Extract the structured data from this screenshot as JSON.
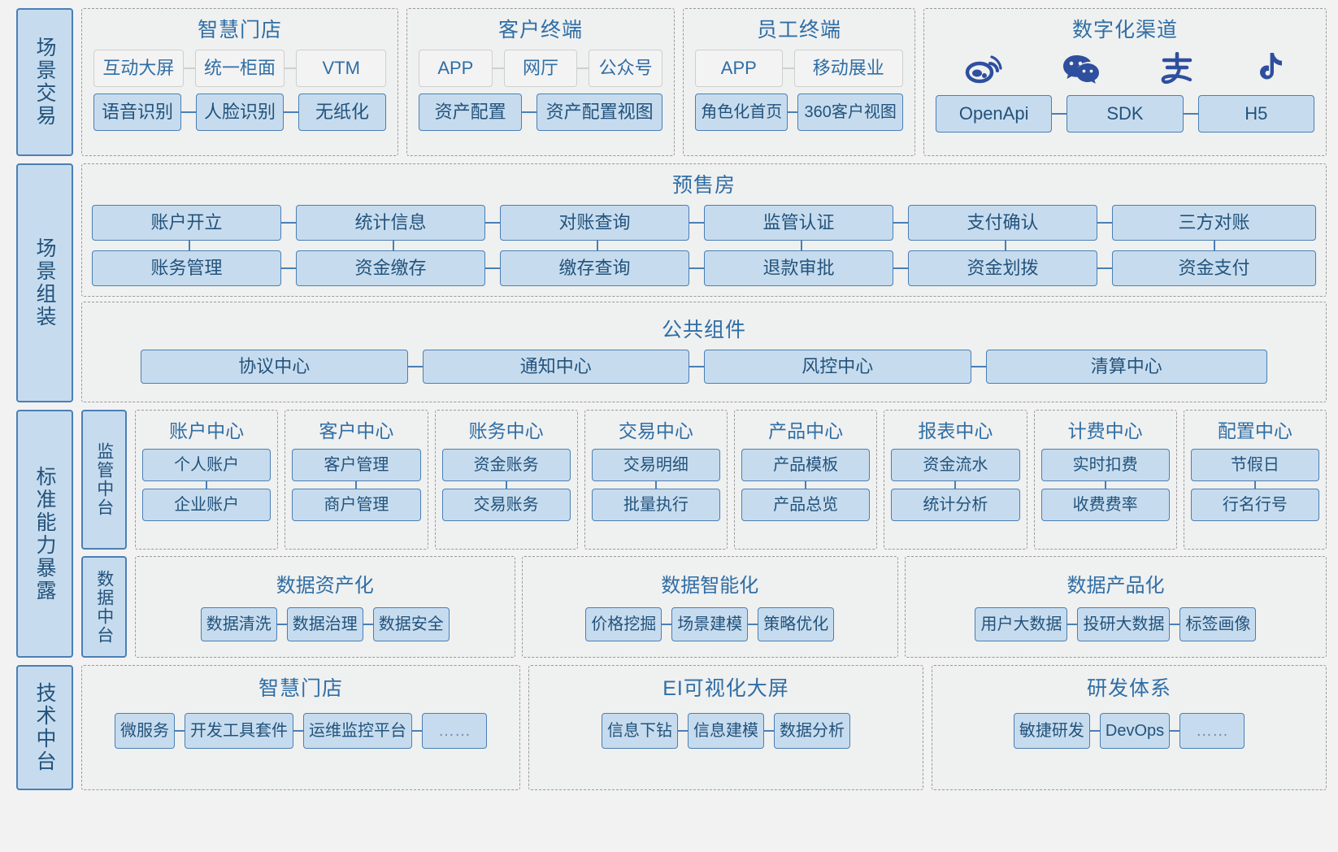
{
  "bands": [
    {
      "side_label": "场景交易",
      "groups": [
        {
          "title": "智慧门店",
          "top_nodes": [
            "互动大屏",
            "统一柜面",
            "VTM"
          ],
          "bottom_nodes": [
            "语音识别",
            "人脸识别",
            "无纸化"
          ]
        },
        {
          "title": "客户终端",
          "top_nodes": [
            "APP",
            "网厅",
            "公众号"
          ],
          "bottom_nodes": [
            "资产配置",
            "资产配置视图"
          ]
        },
        {
          "title": "员工终端",
          "top_nodes": [
            "APP",
            "移动展业"
          ],
          "bottom_nodes": [
            "角色化首页",
            "360客户视图"
          ]
        },
        {
          "title": "数字化渠道",
          "icons": [
            "weibo-icon",
            "wechat-icon",
            "alipay-icon",
            "tiktok-icon"
          ],
          "bottom_nodes": [
            "OpenApi",
            "SDK",
            "H5"
          ]
        }
      ]
    },
    {
      "side_label": "场景组装",
      "groups": [
        {
          "title": "预售房",
          "top_nodes": [
            "账户开立",
            "统计信息",
            "对账查询",
            "监管认证",
            "支付确认",
            "三方对账"
          ],
          "bottom_nodes": [
            "账务管理",
            "资金缴存",
            "缴存查询",
            "退款审批",
            "资金划拨",
            "资金支付"
          ]
        },
        {
          "title": "公共组件",
          "top_nodes": [
            "协议中心",
            "通知中心",
            "风控中心",
            "清算中心"
          ]
        }
      ]
    },
    {
      "side_label": "标准能力暴露",
      "mid_labels": [
        "监管中台",
        "数据中台"
      ],
      "centers": [
        {
          "title": "账户中心",
          "nodes": [
            "个人账户",
            "企业账户"
          ]
        },
        {
          "title": "客户中心",
          "nodes": [
            "客户管理",
            "商户管理"
          ]
        },
        {
          "title": "账务中心",
          "nodes": [
            "资金账务",
            "交易账务"
          ]
        },
        {
          "title": "交易中心",
          "nodes": [
            "交易明细",
            "批量执行"
          ]
        },
        {
          "title": "产品中心",
          "nodes": [
            "产品模板",
            "产品总览"
          ]
        },
        {
          "title": "报表中心",
          "nodes": [
            "资金流水",
            "统计分析"
          ]
        },
        {
          "title": "计费中心",
          "nodes": [
            "实时扣费",
            "收费费率"
          ]
        },
        {
          "title": "配置中心",
          "nodes": [
            "节假日",
            "行名行号"
          ]
        }
      ],
      "data_cards": [
        {
          "title": "数据资产化",
          "nodes": [
            "数据清洗",
            "数据治理",
            "数据安全"
          ]
        },
        {
          "title": "数据智能化",
          "nodes": [
            "价格挖掘",
            "场景建模",
            "策略优化"
          ]
        },
        {
          "title": "数据产品化",
          "nodes": [
            "用户大数据",
            "投研大数据",
            "标签画像"
          ]
        }
      ]
    },
    {
      "side_label": "技术中台",
      "groups": [
        {
          "title": "智慧门店",
          "top_nodes": [
            "微服务",
            "开发工具套件",
            "运维监控平台",
            "……"
          ]
        },
        {
          "title": "EI可视化大屏",
          "top_nodes": [
            "信息下钻",
            "信息建模",
            "数据分析"
          ]
        },
        {
          "title": "研发体系",
          "top_nodes": [
            "敏捷研发",
            "DevOps",
            "……"
          ]
        }
      ]
    }
  ],
  "colors": {
    "node_fill": "#c6dcee",
    "node_border": "#4a7fb5",
    "text_blue": "#23527c",
    "title_blue": "#2f6ea5",
    "page_bg": "#f2f2f2",
    "group_bg": "#eff0f0",
    "dash_border": "#9a9a9a",
    "icon_blue": "#2e4f9e"
  }
}
